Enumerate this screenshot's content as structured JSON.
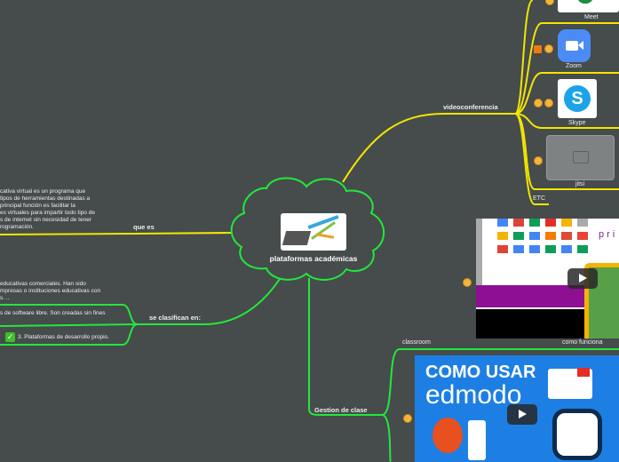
{
  "central": {
    "title": "plataformas académicas"
  },
  "que_es": {
    "label": "que es",
    "text_lines": [
      "cativa virtual es un programa que",
      "tipos de herramientas destinadas a",
      "principal función es facilitar la",
      "es virtuales para impartir todo tipo de",
      "s de internet sin necesidad de tener",
      "rogramación."
    ]
  },
  "clasifican": {
    "label": "se clasifican en:",
    "items": [
      {
        "lines": [
          "educativas comerciales. Han sido",
          "mpresas o instituciones educativas con",
          "s. .."
        ]
      },
      {
        "lines": [
          "s de software libre. Son creadas sin fines"
        ]
      },
      {
        "lines": [
          "3. Plataformas de desarrollo propio."
        ],
        "check": true
      }
    ]
  },
  "videoconferencia": {
    "label": "videoconferencia",
    "items": [
      {
        "label": "Meet"
      },
      {
        "label": "Zoom"
      },
      {
        "label": "Skype"
      },
      {
        "label": "jitsi"
      },
      {
        "label": "ETC"
      }
    ]
  },
  "gestion": {
    "label": "Gestion de clase",
    "classroom_label": "classroom",
    "video1_caption": "como funciona",
    "video1_brand": "pri",
    "video2_title_line1": "COMO USAR",
    "video2_title_line2": "edmodo"
  },
  "colors": {
    "background": "#464b4c",
    "yellow": "#f2e600",
    "green": "#22e83a"
  }
}
